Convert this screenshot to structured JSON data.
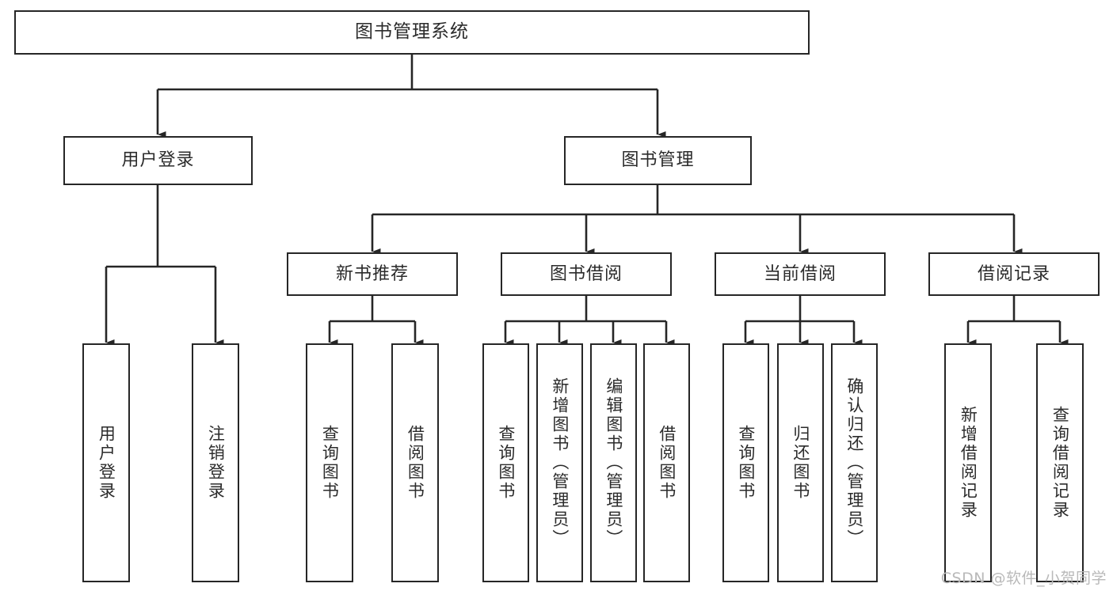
{
  "diagram": {
    "title": "图书管理系统",
    "type": "tree",
    "root": {
      "label": "图书管理系统"
    },
    "level2": [
      {
        "label": "用户登录"
      },
      {
        "label": "图书管理"
      }
    ],
    "level3": [
      {
        "label": "新书推荐"
      },
      {
        "label": "图书借阅"
      },
      {
        "label": "当前借阅"
      },
      {
        "label": "借阅记录"
      }
    ],
    "leaves": {
      "user_login": [
        {
          "label": "用户登录"
        },
        {
          "label": "注销登录"
        }
      ],
      "new_book_recommend": [
        {
          "label": "查询图书"
        },
        {
          "label": "借阅图书"
        }
      ],
      "book_borrow": [
        {
          "label": "查询图书"
        },
        {
          "label": "新增图书（管理员）"
        },
        {
          "label": "编辑图书（管理员）"
        },
        {
          "label": "借阅图书"
        }
      ],
      "current_borrow": [
        {
          "label": "查询图书"
        },
        {
          "label": "归还图书"
        },
        {
          "label": "确认归还（管理员）"
        }
      ],
      "borrow_record": [
        {
          "label": "新增借阅记录"
        },
        {
          "label": "查询借阅记录"
        }
      ]
    }
  },
  "watermark": {
    "text": "CSDN @软件_小贺同学"
  },
  "colors": {
    "stroke": "#262626",
    "text": "#2b2b2b",
    "background": "#ffffff",
    "watermark": "#b9b9b9"
  }
}
